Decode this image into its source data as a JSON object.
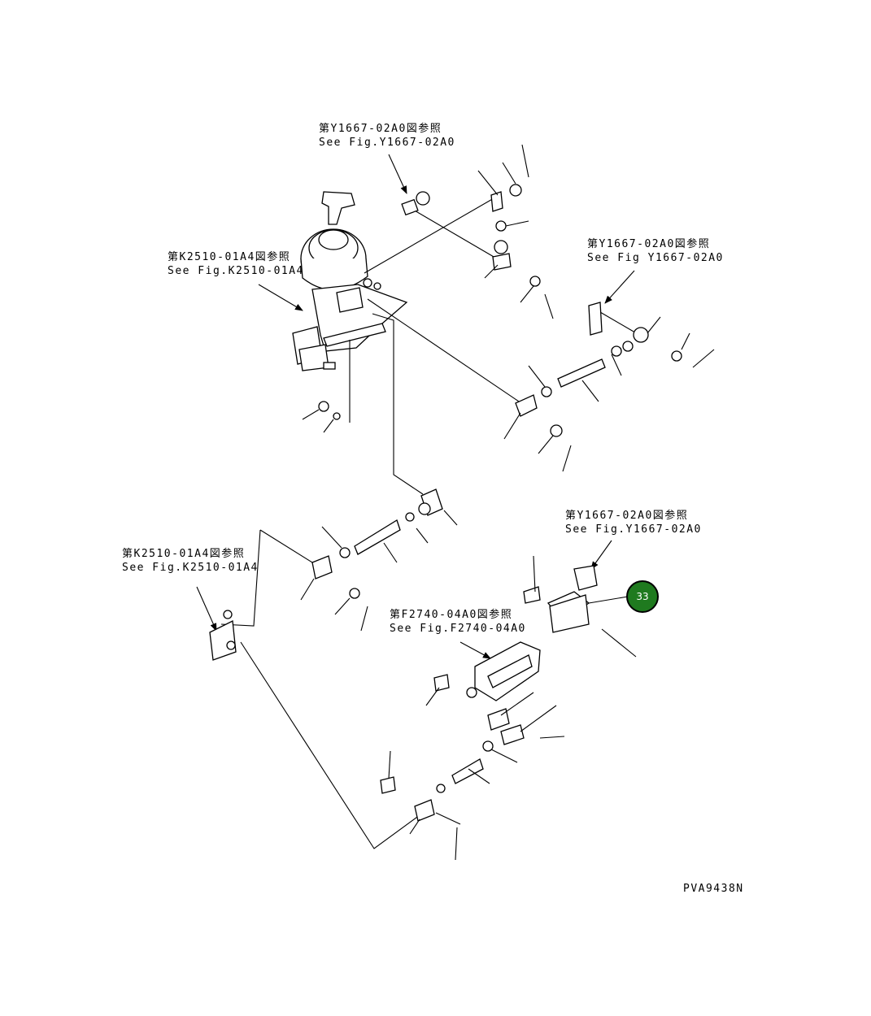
{
  "references": {
    "top_center": {
      "jp": "第Y1667-02A0図参照",
      "en": "See Fig.Y1667-02A0"
    },
    "upper_left": {
      "jp": "第K2510-01A4図参照",
      "en": "See Fig.K2510-01A4"
    },
    "right_mid": {
      "jp": "第Y1667-02A0図参照",
      "en": "See Fig Y1667-02A0"
    },
    "lower_right": {
      "jp": "第Y1667-02A0図参照",
      "en": "See Fig.Y1667-02A0"
    },
    "lower_left": {
      "jp": "第K2510-01A4図参照",
      "en": "See Fig.K2510-01A4"
    },
    "center_low": {
      "jp": "第F2740-04A0図参照",
      "en": "See Fig.F2740-04A0"
    }
  },
  "callout": {
    "number": "33",
    "color": "#1f7a1f"
  },
  "drawing_id": "PVA9438N"
}
